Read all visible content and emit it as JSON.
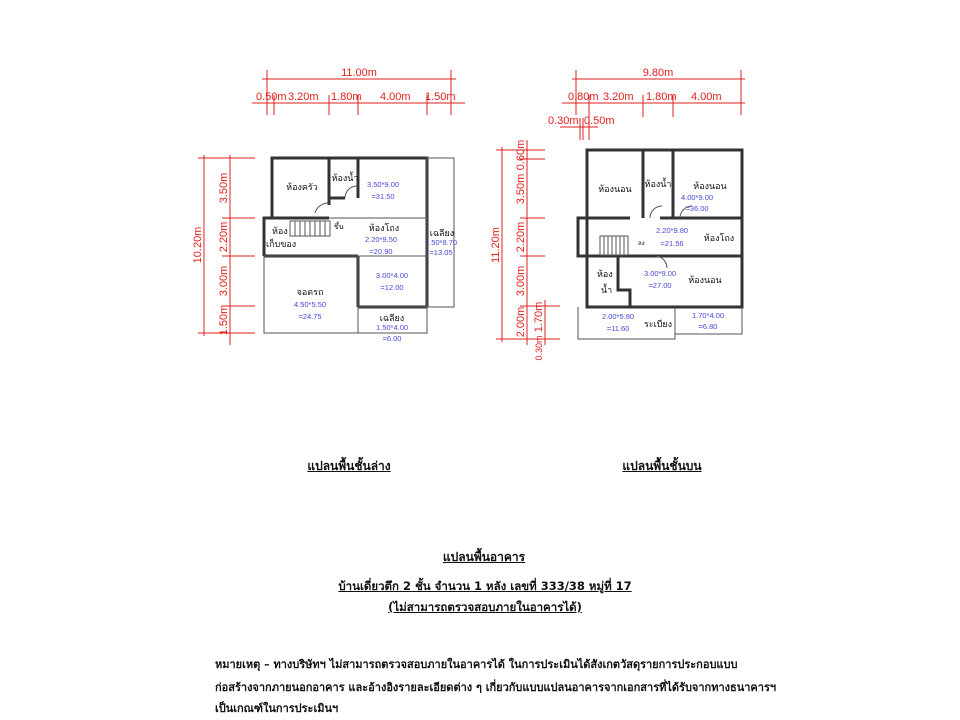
{
  "ground_floor": {
    "caption": "แปลนพื้นชั้นล่าง",
    "overall_width": "11.00m",
    "width_segments": [
      "0.50m",
      "3.20m",
      "1.80m",
      "4.00m",
      "1.50m"
    ],
    "overall_depth": "10.20m",
    "depth_segments": [
      "3.50m",
      "2.20m",
      "3.00m",
      "1.50m"
    ],
    "rooms": {
      "kitchen": "ห้องครัว",
      "bathroom": "ห้องน้ำ",
      "hall": "ห้องโถง",
      "storage_1": "ห้อง",
      "storage_2": "เก็บของ",
      "stair_up": "ขึ้น",
      "porch_side": "เฉลียง",
      "carport": "จอดรถ",
      "porch_front": "เฉลียง"
    },
    "areas": {
      "room_a_dim": "3.50*9.00",
      "room_a_area": "=31.50",
      "hall_dim": "2.20*9.50",
      "hall_area": "=20.90",
      "porch_side_dim": "1.50*8.70",
      "porch_side_area": "=13.05",
      "room_b_dim": "3.00*4.00",
      "room_b_area": "=12.00",
      "carport_dim": "4.50*5.50",
      "carport_area": "=24.75",
      "porch_front_dim": "1.50*4.00",
      "porch_front_area": "=6.00"
    }
  },
  "upper_floor": {
    "caption": "แปลนพื้นชั้นบน",
    "overall_width": "9.80m",
    "width_segments": [
      "0.80m",
      "3.20m",
      "1.80m",
      "4.00m"
    ],
    "sub_segments": [
      "0.30m",
      "0.50m"
    ],
    "overall_depth": "11.20m",
    "depth_segments": [
      "0.60m",
      "3.50m",
      "2.20m",
      "3.00m",
      "2.00m"
    ],
    "sub_depth_segments": [
      "1.70m",
      "0.30m"
    ],
    "rooms": {
      "bedroom_1": "ห้องนอน",
      "bathroom": "ห้องน้ำ",
      "bedroom_2": "ห้องนอน",
      "hall": "ห้องโถง",
      "stair_down": "ลง",
      "bathroom_small_1": "ห้อง",
      "bathroom_small_2": "น้ำ",
      "bedroom_3": "ห้องนอน",
      "balcony": "ระเบียง"
    },
    "areas": {
      "bedroom_2_dim": "4.00*9.00",
      "bedroom_2_area": "=36.00",
      "hall_dim": "2.20*9.80",
      "hall_area": "=21.56",
      "bedroom_3_dim": "3.00*9.00",
      "bedroom_3_area": "=27.00",
      "balcony_a_dim": "2.00*5.80",
      "balcony_a_area": "=11.60",
      "balcony_b_dim": "1.70*4.00",
      "balcony_b_area": "=6.80"
    }
  },
  "title": "แปลนพื้นอาคาร",
  "subtitle": "บ้านเดี่ยวตึก 2 ชั้น  จำนวน 1 หลัง เลขที่ 333/38 หมู่ที่ 17",
  "subtitle_note": "(ไม่สามารถตรวจสอบภายในอาคารได้)",
  "note_lines": [
    "หมายเหตุ –  ทางบริษัทฯ ไม่สามารถตรวจสอบภายในอาคารได้ ในการประเมินได้สังเกตวัสดุรายการประกอบแบบ",
    "ก่อสร้างจากภายนอกอาคาร และอ้างอิงรายละเอียดต่าง ๆ เกี่ยวกับแบบแปลนอาคารจากเอกสารที่ได้รับจากทางธนาคารฯ",
    "เป็นเกณฑ์ในการประเมินฯ"
  ]
}
